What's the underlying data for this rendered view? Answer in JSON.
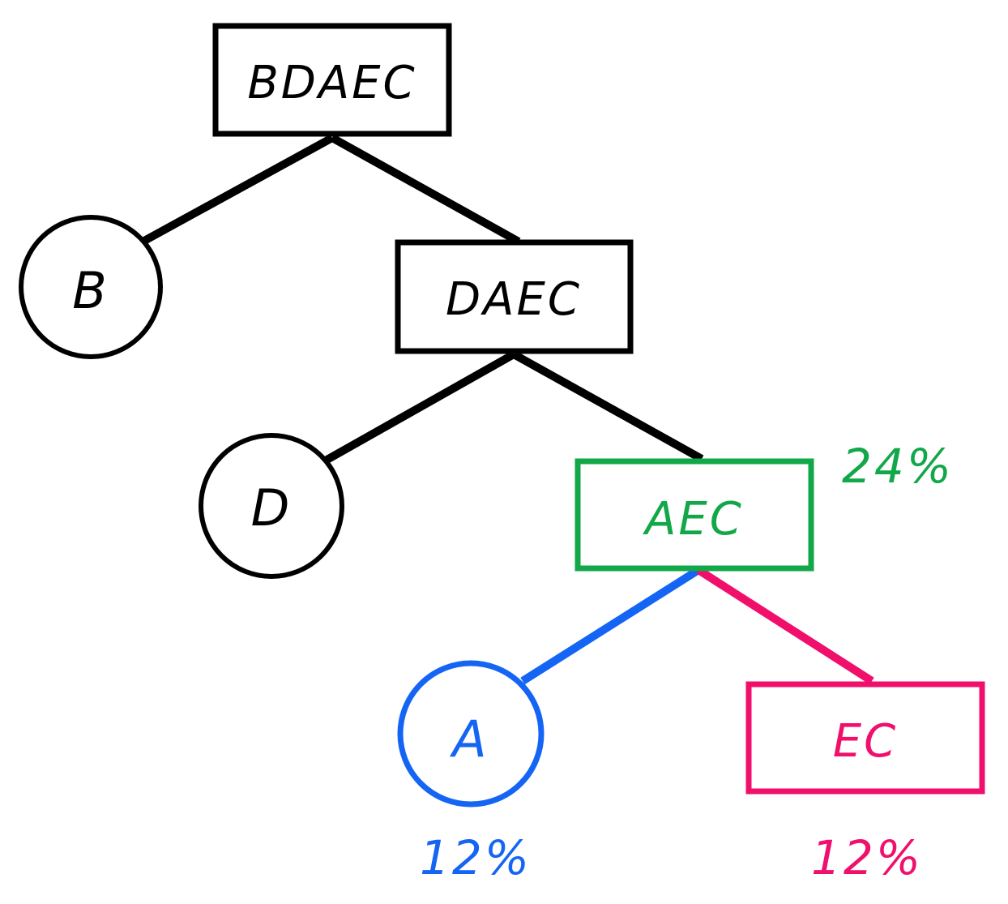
{
  "colors": {
    "black": "#000000",
    "green": "#12a84a",
    "blue": "#1565f5",
    "pink": "#f0106c"
  },
  "nodes": {
    "bdaec": {
      "label": "BDAEC",
      "shape": "rect",
      "color": "black"
    },
    "b": {
      "label": "B",
      "shape": "circle",
      "color": "black"
    },
    "daec": {
      "label": "DAEC",
      "shape": "rect",
      "color": "black"
    },
    "d": {
      "label": "D",
      "shape": "circle",
      "color": "black"
    },
    "aec": {
      "label": "AEC",
      "shape": "rect",
      "color": "green"
    },
    "a": {
      "label": "A",
      "shape": "circle",
      "color": "blue"
    },
    "ec": {
      "label": "EC",
      "shape": "rect",
      "color": "pink"
    }
  },
  "edges": [
    {
      "from": "bdaec",
      "to": "b",
      "color": "black"
    },
    {
      "from": "bdaec",
      "to": "daec",
      "color": "black"
    },
    {
      "from": "daec",
      "to": "d",
      "color": "black"
    },
    {
      "from": "daec",
      "to": "aec",
      "color": "black"
    },
    {
      "from": "aec",
      "to": "a",
      "color": "blue"
    },
    {
      "from": "aec",
      "to": "ec",
      "color": "pink"
    }
  ],
  "annotations": {
    "aec_percent": {
      "text": "24%",
      "color": "green"
    },
    "a_percent": {
      "text": "12%",
      "color": "blue"
    },
    "ec_percent": {
      "text": "12%",
      "color": "pink"
    }
  }
}
